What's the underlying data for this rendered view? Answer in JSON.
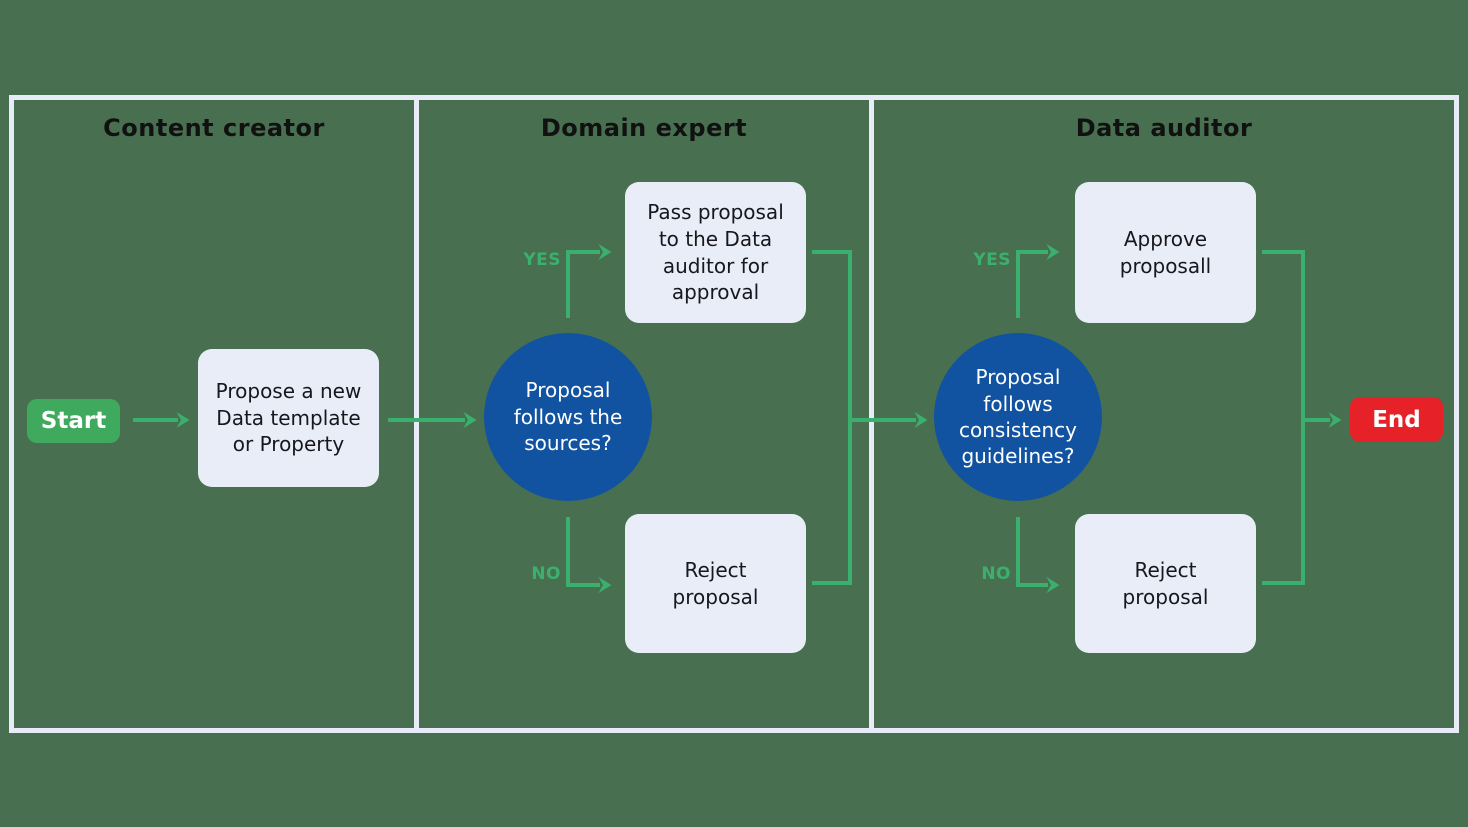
{
  "colors": {
    "background": "#487050",
    "lane_border": "#E8ECF8",
    "process_fill": "#E9EDF7",
    "decision_fill": "#1153A0",
    "arrow": "#3BB06E",
    "start_fill": "#3FAA5E",
    "end_fill": "#E62128",
    "title_text": "#111111",
    "process_text": "#17171D",
    "node_text_light": "#FFFFFF"
  },
  "lanes": [
    {
      "title": "Content creator"
    },
    {
      "title": "Domain expert"
    },
    {
      "title": "Data auditor"
    }
  ],
  "nodes": {
    "start": {
      "label": "Start",
      "type": "terminal"
    },
    "propose": {
      "label": "Propose a new Data template or Property",
      "type": "process"
    },
    "decision1": {
      "label": "Proposal follows the sources?",
      "type": "decision"
    },
    "pass": {
      "label": "Pass proposal to the Data auditor for approval",
      "type": "process"
    },
    "reject1": {
      "label": "Reject proposal",
      "type": "process"
    },
    "decision2": {
      "label": "Proposal follows consistency guidelines?",
      "type": "decision"
    },
    "approve": {
      "label": "Approve proposall",
      "type": "process"
    },
    "reject2": {
      "label": "Reject proposal",
      "type": "process"
    },
    "end": {
      "label": "End",
      "type": "terminal"
    }
  },
  "edge_labels": {
    "yes1": "YES",
    "no1": "NO",
    "yes2": "YES",
    "no2": "NO"
  }
}
